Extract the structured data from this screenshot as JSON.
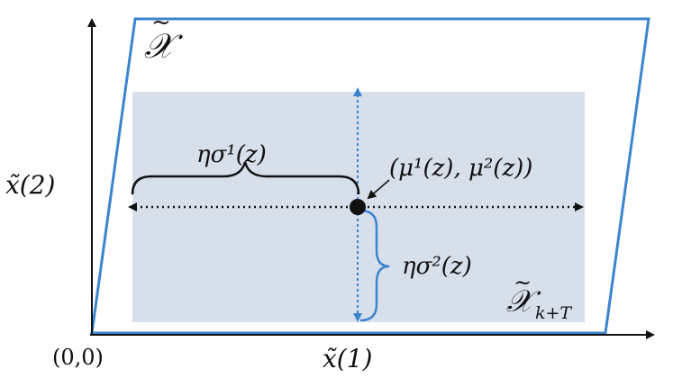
{
  "diagram": {
    "colors": {
      "outline": "#3d84cf",
      "region": "#d7dfeb",
      "ink": "#111111",
      "accent": "#3d84cf"
    },
    "labels": {
      "set_x": "𝒳",
      "tilde": "~",
      "region_main": "𝒳",
      "region_sub": "k+T",
      "y_axis": "x̃(2)",
      "x_axis": "x̃(1)",
      "origin": "(0,0)",
      "center_point": "(μ¹(z),  μ²(z))",
      "width_label": "ησ¹(z)",
      "height_label": "ησ²(z)"
    }
  }
}
